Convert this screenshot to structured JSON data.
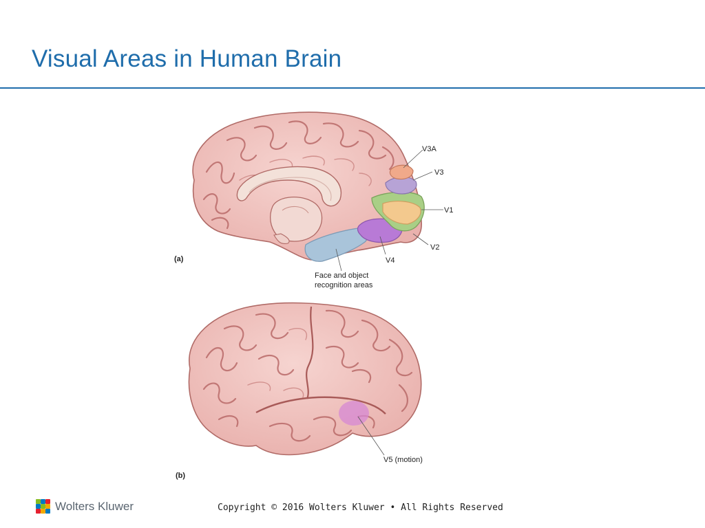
{
  "slide": {
    "title": "Visual Areas in Human Brain"
  },
  "figure_a": {
    "panel_label": "(a)",
    "labels": {
      "v3a": "V3A",
      "v3": "V3",
      "v1": "V1",
      "v2": "V2",
      "v4": "V4",
      "face_line1": "Face and object",
      "face_line2": "recognition areas"
    }
  },
  "figure_b": {
    "panel_label": "(b)",
    "labels": {
      "v5": "V5 (motion)"
    }
  },
  "footer": {
    "brand": "Wolters Kluwer",
    "copyright": "Copyright © 2016 Wolters Kluwer • All Rights Reserved"
  },
  "colors": {
    "title": "#1f6dab",
    "brain": "#f1c4c0",
    "v3a": "#f0a98a",
    "v3": "#b7a3d6",
    "v1": "#f3c98e",
    "v2": "#a9cf86",
    "v4": "#b87ad6",
    "face_area": "#a9c4da",
    "v5": "#d688d4"
  }
}
